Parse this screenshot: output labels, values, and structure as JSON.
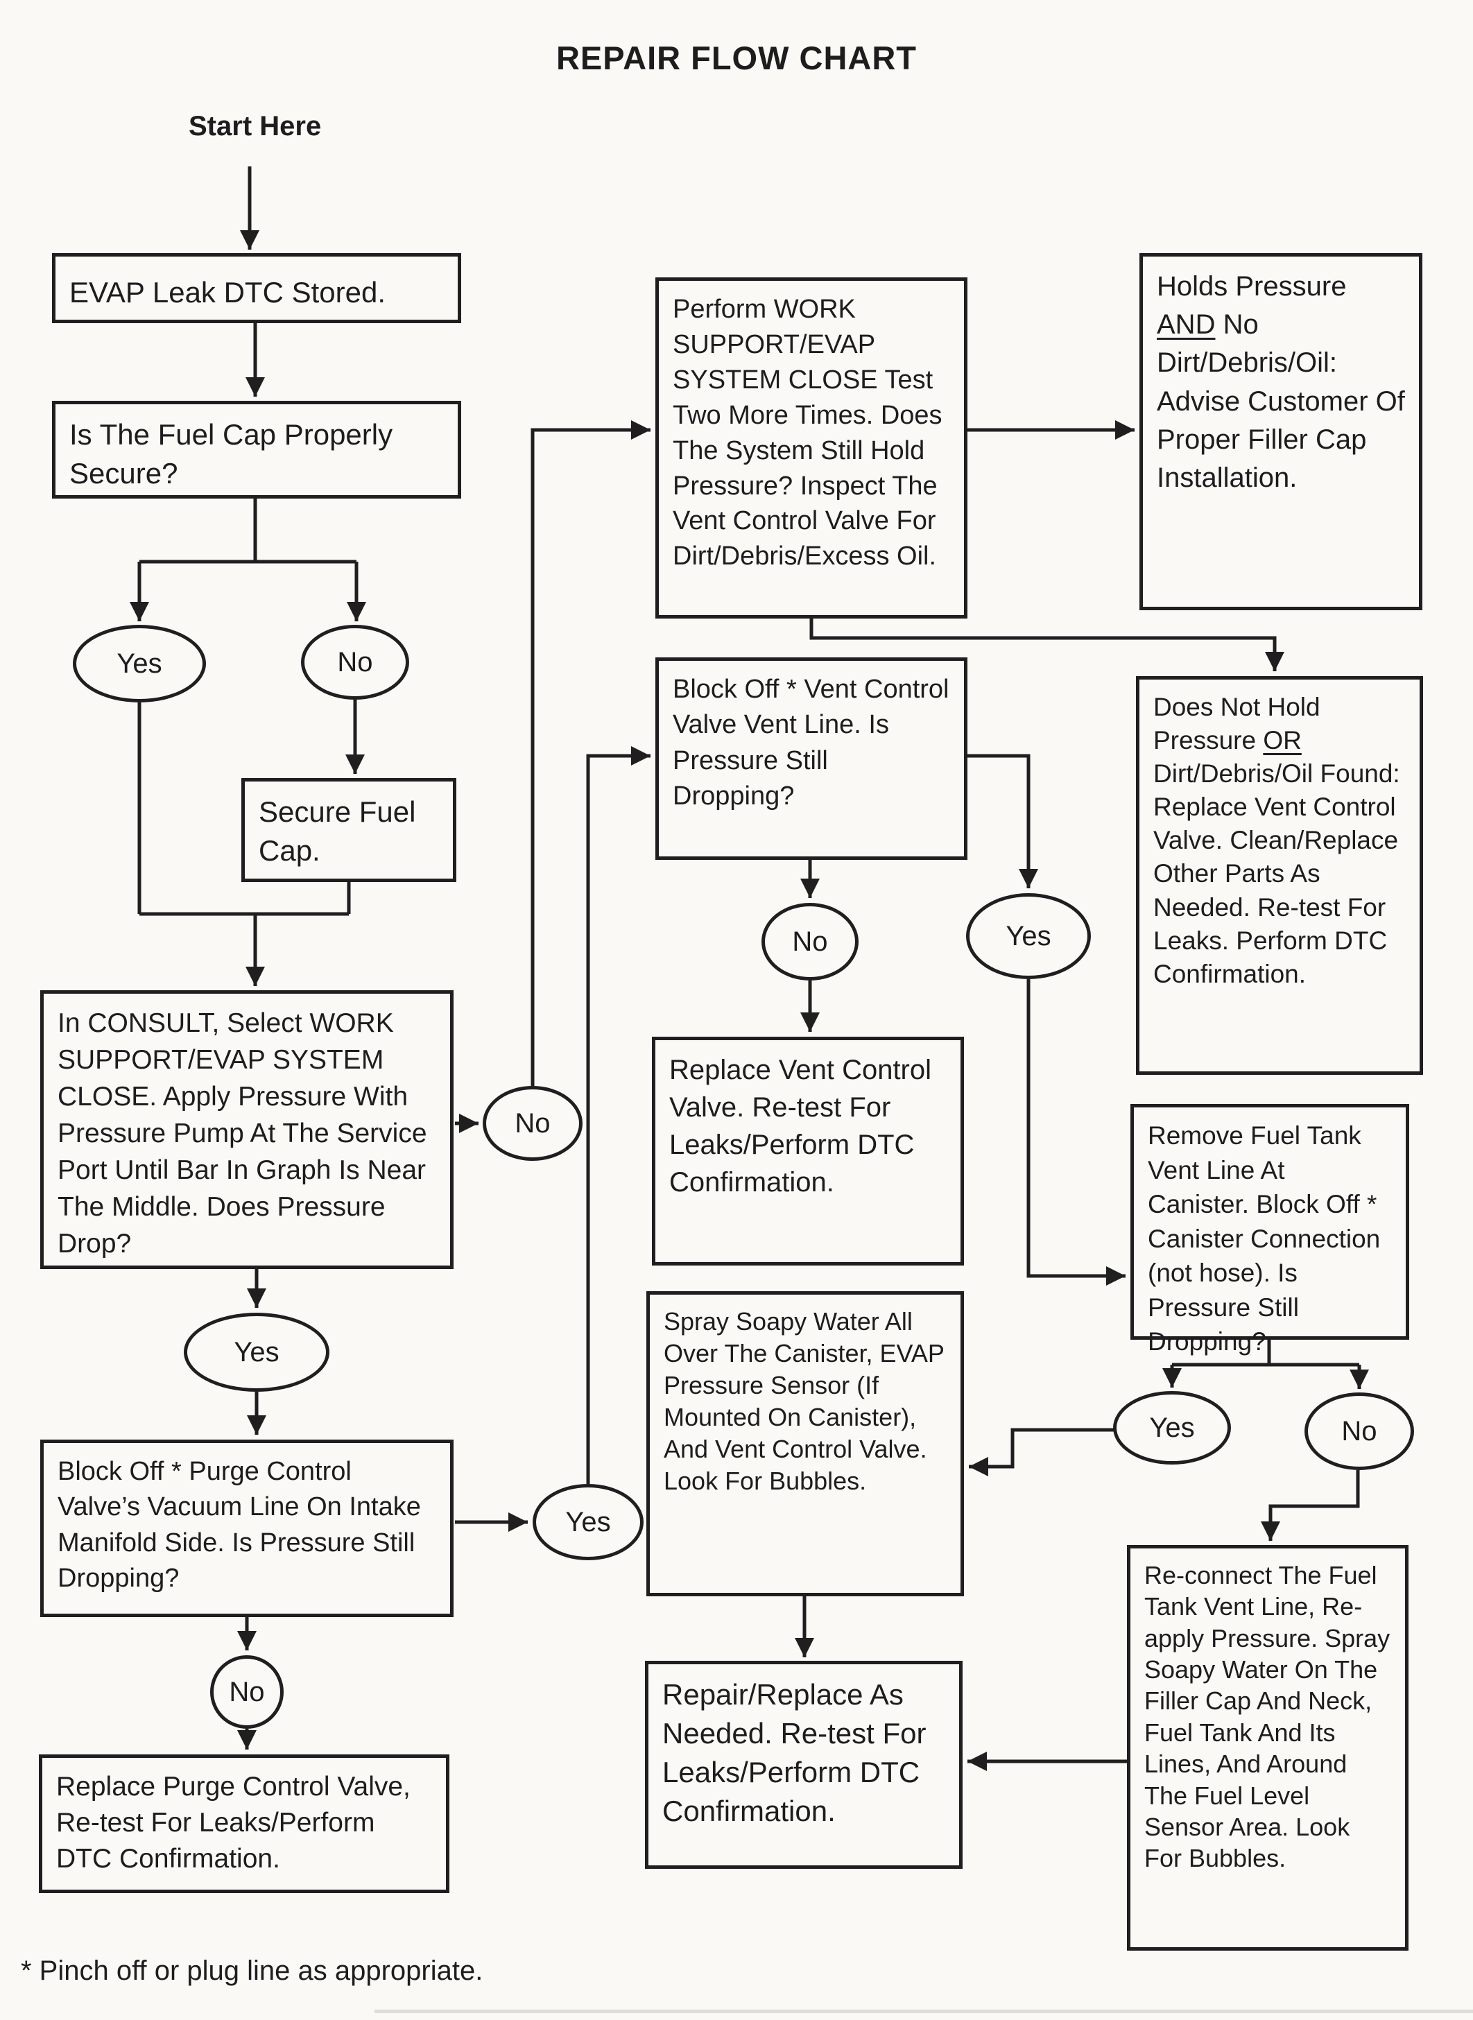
{
  "title": "REPAIR FLOW CHART",
  "start_label": "Start Here",
  "footnote": "* Pinch off or plug line as appropriate.",
  "labels": {
    "yes": "Yes",
    "no": "No"
  },
  "nodes": {
    "evap_leak": {
      "text": "EVAP Leak DTC Stored."
    },
    "fuel_cap_secure": {
      "text": "Is The Fuel Cap Properly Secure?"
    },
    "secure_fuel_cap": {
      "text": "Secure Fuel Cap."
    },
    "consult_work_support": {
      "text": "In CONSULT, Select WORK SUPPORT/EVAP SYSTEM CLOSE. Apply Pressure With Pressure Pump At The Service Port Until Bar In Graph Is Near The Middle. Does Pressure Drop?"
    },
    "perform_test_twice": {
      "text": "Perform WORK SUPPORT/EVAP SYSTEM CLOSE Test Two More Times. Does The System Still Hold Pressure? Inspect The Vent Control Valve For Dirt/Debris/Excess Oil."
    },
    "holds_pressure": {
      "before": "Holds Pressure",
      "underlined": "AND",
      "after": "No Dirt/Debris/Oil: Advise Customer Of Proper Filler Cap Installation."
    },
    "does_not_hold": {
      "before": "Does Not Hold Pressure",
      "underlined": "OR",
      "after": "Dirt/Debris/Oil Found: Replace Vent Control Valve. Clean/Replace Other Parts As Needed. Re-test For Leaks. Perform DTC Confirmation."
    },
    "block_vent_line": {
      "text": "Block Off * Vent Control Valve Vent Line. Is Pressure Still Dropping?"
    },
    "replace_vent_valve": {
      "text": "Replace Vent Control Valve. Re-test For Leaks/Perform DTC Confirmation."
    },
    "remove_tank_vent": {
      "text": "Remove Fuel Tank Vent Line At Canister. Block Off * Canister Connection (not hose). Is Pressure Still Dropping?"
    },
    "spray_canister": {
      "text": "Spray Soapy Water All Over The Canister, EVAP Pressure Sensor (If Mounted On Canister), And Vent Control Valve. Look For Bubbles."
    },
    "repair_replace": {
      "text": "Repair/Replace As Needed. Re-test For Leaks/Perform DTC Confirmation."
    },
    "block_purge_vacuum": {
      "text": "Block Off * Purge Control Valve’s Vacuum Line On Intake Manifold Side. Is Pressure Still Dropping?"
    },
    "replace_purge_valve": {
      "text": "Replace Purge Control Valve, Re-test For Leaks/Perform DTC Confirmation."
    },
    "reconnect_vent_line": {
      "text": "Re-connect The Fuel Tank Vent Line, Re-apply Pressure. Spray Soapy Water On The Filler Cap And Neck, Fuel Tank And Its Lines, And Around The Fuel Level Sensor Area. Look For Bubbles."
    }
  }
}
